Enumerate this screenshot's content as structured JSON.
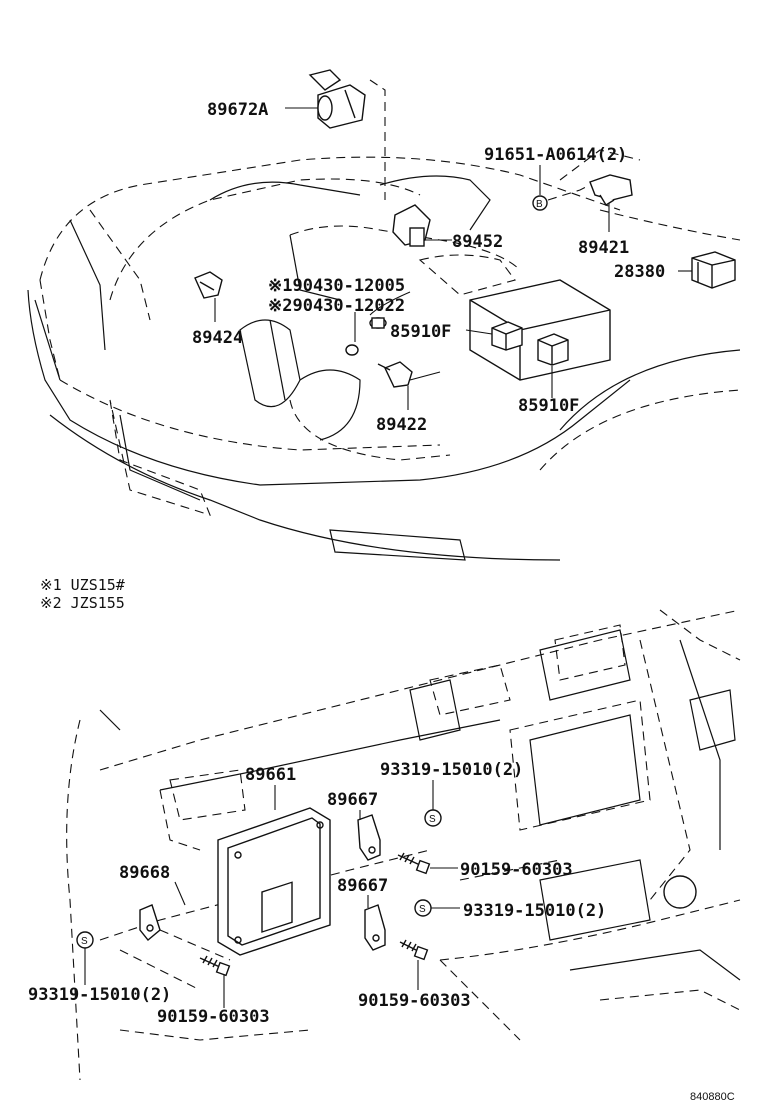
{
  "labels": {
    "p89672A": "89672A",
    "p91651": "91651-A0614(2)",
    "p89452": "89452",
    "p89421": "89421",
    "p28380": "28380",
    "p90430_1": "※190430-12005",
    "p90430_2": "※290430-12022",
    "p85910F_a": "85910F",
    "p85910F_b": "85910F",
    "p89424": "89424",
    "p89422": "89422",
    "p89661": "89661",
    "p89667_a": "89667",
    "p89667_b": "89667",
    "p89668": "89668",
    "p93319_a": "93319-15010(2)",
    "p93319_b": "93319-15010(2)",
    "p93319_c": "93319-15010(2)",
    "p90159_a": "90159-60303",
    "p90159_b": "90159-60303",
    "p90159_c": "90159-60303"
  },
  "notes": {
    "note1": "※1 UZS15#",
    "note2": "※2 JZS155"
  },
  "callouts": {
    "b_marker": "B",
    "s_marker": "S"
  },
  "ref_code": "840880C"
}
